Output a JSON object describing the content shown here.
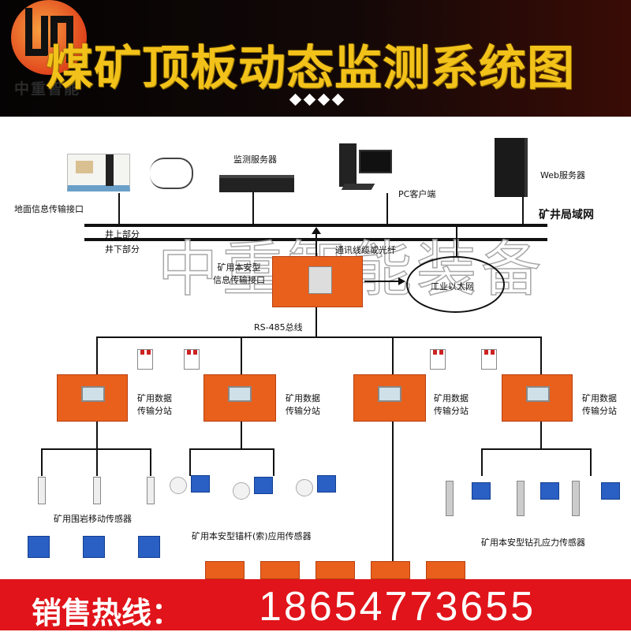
{
  "header": {
    "title": "煤矿顶板动态监测系统图",
    "logo_text": "中重智能"
  },
  "surface": {
    "ground_interface": "地面信息传输接口",
    "monitor_server": "监测服务器",
    "pc_client": "PC客户端",
    "web_server": "Web服务器",
    "mine_lan": "矿井局域网",
    "above": "井上部分",
    "below": "井下部分"
  },
  "watermark": "中重智能装备",
  "underground": {
    "cable": "通讯线缆或光纤",
    "interface_line1": "矿用本安型",
    "interface_line2": "信息传输接口",
    "ethernet": "工业以太网",
    "rs485": "RS-485总线",
    "stations": [
      {
        "line1": "矿用数据",
        "line2": "传输分站"
      },
      {
        "line1": "矿用数据",
        "line2": "传输分站"
      },
      {
        "line1": "矿用数据",
        "line2": "传输分站"
      },
      {
        "line1": "矿用数据",
        "line2": "传输分站"
      }
    ],
    "sensor_rock": "矿用围岩移动传感器",
    "sensor_bolt": "矿用本安型锚杆(索)应用传感器",
    "sensor_drill": "矿用本安型钻孔应力传感器"
  },
  "footer": {
    "sales_label": "销售热线：",
    "phone": "18654773655"
  }
}
